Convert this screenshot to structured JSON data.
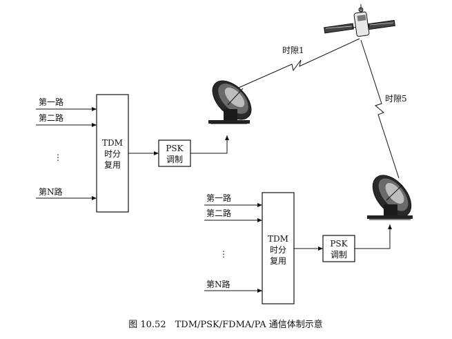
{
  "system_a": {
    "inputs": [
      "第一路",
      "第二路",
      "⋮",
      "第N路"
    ],
    "tdm": [
      "TDM",
      "时分",
      "复用"
    ],
    "psk": [
      "PSK",
      "调制"
    ]
  },
  "system_b": {
    "inputs": [
      "第一路",
      "第二路",
      "⋮",
      "第N路"
    ],
    "tdm": [
      "TDM",
      "时分",
      "复用"
    ],
    "psk": [
      "PSK",
      "调制"
    ]
  },
  "links": {
    "slot_a": "时隙1",
    "slot_b": "时隙5"
  },
  "caption": "图 10.52　TDM/PSK/FDMA/PA 通信体制示意"
}
